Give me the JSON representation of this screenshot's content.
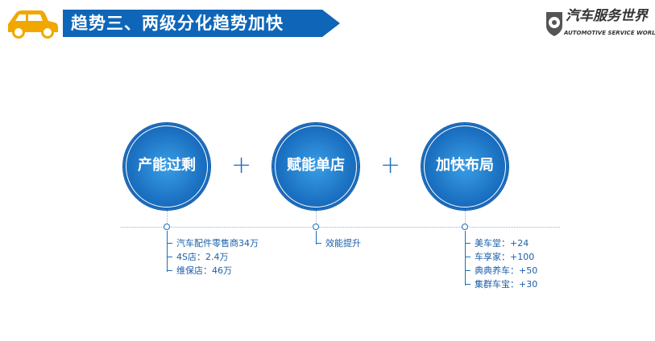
{
  "header": {
    "title": "趋势三、两级分化趋势加快",
    "logo_cn": "汽车服务世界",
    "logo_en": "AUTOMOTIVE SERVICE WORLD"
  },
  "colors": {
    "primary": "#1a6fc0",
    "car": "#f0a800"
  },
  "circles": [
    {
      "label": "产能过剩",
      "items": [
        "汽车配件零售商34万",
        "4S店：2.4万",
        "维保店：46万"
      ]
    },
    {
      "label": "赋能单店",
      "items": [
        "效能提升"
      ]
    },
    {
      "label": "加快布局",
      "items": [
        "美车堂：+24",
        "车享家：+100",
        "典典养车：+50",
        "集群车宝：+30"
      ]
    }
  ],
  "operator": "+"
}
